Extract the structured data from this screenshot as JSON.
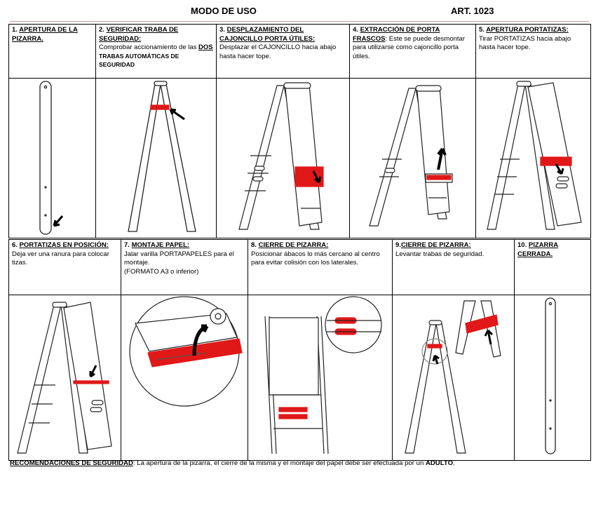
{
  "header": {
    "title": "MODO DE USO",
    "art": "ART. 1023"
  },
  "steps": [
    {
      "num": "1.",
      "title": "APERTURA DE LA PIZARRA.",
      "pre": "",
      "bold": "",
      "post": ""
    },
    {
      "num": "2.",
      "title": "VERIFICAR TRABA DE SEGURIDAD:",
      "pre": "Comprobar accionamiento de las ",
      "bold": "DOS",
      "post": " TRABAS AUTOMÁTICAS DE SEGURIDAD"
    },
    {
      "num": "3.",
      "title": "DESPLAZAMIENTO DEL CAJONCILLO PORTA ÚTILES:",
      "pre": "Desplazar  el CAJONCILLO hacia abajo hasta  hacer tope.",
      "bold": "",
      "post": ""
    },
    {
      "num": "4.",
      "title": "EXTRACCIÓN DE PORTA FRASCOS",
      "pre": ": Este se puede desmontar para utilizarse como cajoncillo porta útiles.",
      "bold": "",
      "post": ""
    },
    {
      "num": "5.",
      "title": "APERTURA PORTATIZAS:",
      "pre": "Tirar PORTATIZAS hacia abajo hasta hacer tope.",
      "bold": "",
      "post": ""
    },
    {
      "num": "6.",
      "title": "PORTATIZAS EN POSICIÓN:",
      "pre": "Deja ver una ranura para colocar tizas.",
      "bold": "",
      "post": ""
    },
    {
      "num": "7.",
      "title": "MONTAJE PAPEL:",
      "pre": "Jalar varilla PORTAPAPELES para el montaje.",
      "bold": "",
      "post": " (FORMATO A3 o inferior)"
    },
    {
      "num": "8.",
      "title": "CIERRE DE PIZARRA:",
      "pre": " Posicionar ábacos lo más cercano al centro para evitar colisión con los laterales.",
      "bold": "",
      "post": ""
    },
    {
      "num": "9.",
      "title": "CIERRE DE PIZARRA:",
      "pre": "Levantar  trabas de seguridad.",
      "bold": "",
      "post": ""
    },
    {
      "num": "10.",
      "title": "PIZARRA CERRADA.",
      "pre": "",
      "bold": "",
      "post": ""
    }
  ],
  "footer": {
    "label": "RECOMENDACIONES DE SEGURIDAD",
    "text": ": La apertura de la pizarra, el cierre de la misma y el montaje del papel  debe ser efectuada  por un ",
    "adult": "ADULTO",
    "end": "."
  },
  "colors": {
    "accent": "#e01818",
    "line": "#222222"
  }
}
